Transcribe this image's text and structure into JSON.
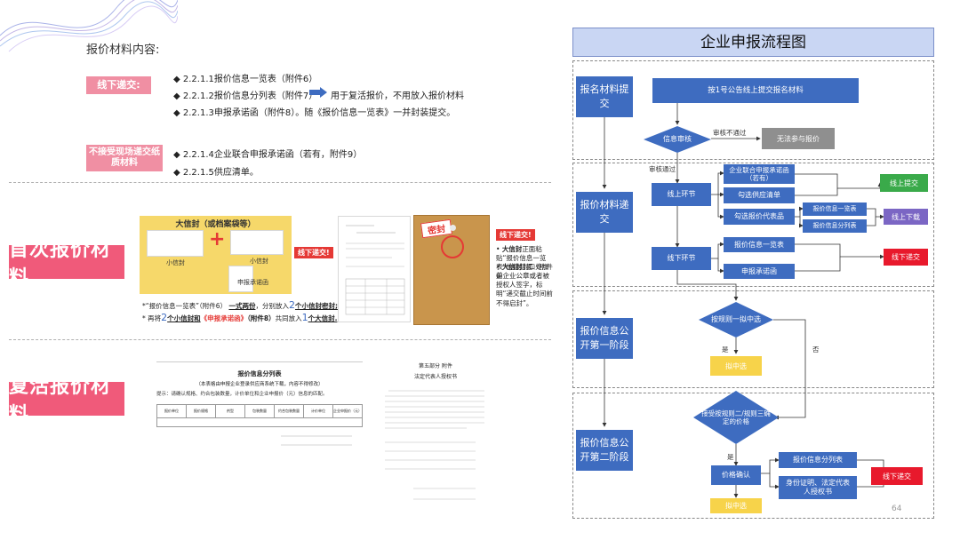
{
  "left": {
    "section_title": "报价材料内容:",
    "offline_label": "线下递交:",
    "offline_items": [
      "◆ 2.2.1.1报价信息一览表（附件6）",
      "◆ 2.2.1.2报价信息分列表（附件7）",
      "◆ 2.2.1.3申报承诺函（附件8）。随《报价信息一览表》一并封装提交。"
    ],
    "recheck_note": "用于复活报价，不用放入报价材料",
    "no_paper_label": "不接受现场递交纸质材料",
    "no_paper_items": [
      "◆ 2.2.1.4企业联合申报承诺函（若有，附件9）",
      "◆ 2.2.1.5供应清单。"
    ]
  },
  "first_quote": {
    "label": "首次报价材料",
    "envelope_title": "大信封（或档案袋等）",
    "small_env_1": "小信封",
    "small_env_2": "小信封",
    "plus": "+",
    "commit_label": "申报承诺函",
    "offline_tag": "线下递交!",
    "note_1_prefix": "*“报价信息一览表”",
    "note_1_mid": "（附件6）",
    "note_1_bold": "一式两份",
    "note_1_suffix": "，分别放入",
    "note_1_count": "2",
    "note_1_end": "个小信封密封;",
    "note_2_prefix": "* 再将",
    "note_2_count": "2",
    "note_2_mid": "个小信封和",
    "note_2_commit": "《申报承诺函》",
    "note_2_attach": "（附件8）",
    "note_2_suffix": "共同放入",
    "note_2_count2": "1",
    "note_2_end": "个大信封.",
    "seal_text": "密封",
    "right_tag": "线下递交!",
    "right_note_1_bold": "大信封",
    "right_note_1": "正面粘贴“报价信息一览表”信封封面（附件6）",
    "right_note_2_bold": "大信封",
    "right_note_2": "封口处加盖企业公章或者被授权人签字，标明“递交截止时间前不得启封”。"
  },
  "revive": {
    "label": "复活报价材料",
    "doc1_title": "报价信息分列表",
    "doc1_sub": "（本表格由申报企业登录供应商系统下载，内容不得修改）",
    "doc1_tip": "提示：请确认规格、约合包装数量，计价单位和企业申报价（元）信息的匹配。",
    "doc1_cols": [
      "报价单位",
      "报价规格",
      "剂型",
      "包装数量",
      "约合包装数量",
      "计价单位",
      "企业申报价（元）"
    ],
    "doc2_title": "第五部分 附件",
    "doc2_sub": "法定代表人授权书"
  },
  "flow": {
    "title": "企业申报流程图",
    "stage1": "报名材料提交",
    "stage2": "报价材料递交",
    "stage3": "报价信息公开第一阶段",
    "stage4": "报价信息公开第二阶段",
    "n_submit": "按1号公告线上提交报名材料",
    "n_review": "信息审核",
    "n_fail_label": "审核不通过",
    "n_fail": "无法参与报价",
    "n_pass_label": "审核通过",
    "n_online": "线上环节",
    "n_joint": "企业联合申报承诺函（若有）",
    "n_supply": "勾选供应清单",
    "n_select_price": "勾选报价代表品",
    "n_info_list": "报价信息一览表",
    "n_info_split": "报价信息分列表",
    "n_online_submit": "线上提交",
    "n_online_download": "线上下载",
    "n_offline": "线下环节",
    "n_info_list2": "报价信息一览表",
    "n_commit": "申报承诺函",
    "n_offline_submit": "线下递交",
    "n_rule1": "按规则一拟中选",
    "n_yes1": "是",
    "n_no1": "否",
    "n_win1": "拟中选",
    "n_rule2": "接受按规则二/规则三确定的价格",
    "n_yes2": "是",
    "n_price_confirm": "价格确认",
    "n_info_split2": "报价信息分列表",
    "n_id_proof": "身份证明、法定代表人授权书",
    "n_offline_submit2": "线下递交",
    "n_win2": "拟中选",
    "page_number": "64"
  },
  "colors": {
    "accent_pink": "#f05a7a",
    "pill_pink": "#f08fa3",
    "flow_blue": "#3e6cc0",
    "flow_header": "#c9d6f3",
    "green": "#3aaa4a",
    "purple": "#7b66c4",
    "red": "#e8192c",
    "yellow": "#f7d34a"
  }
}
